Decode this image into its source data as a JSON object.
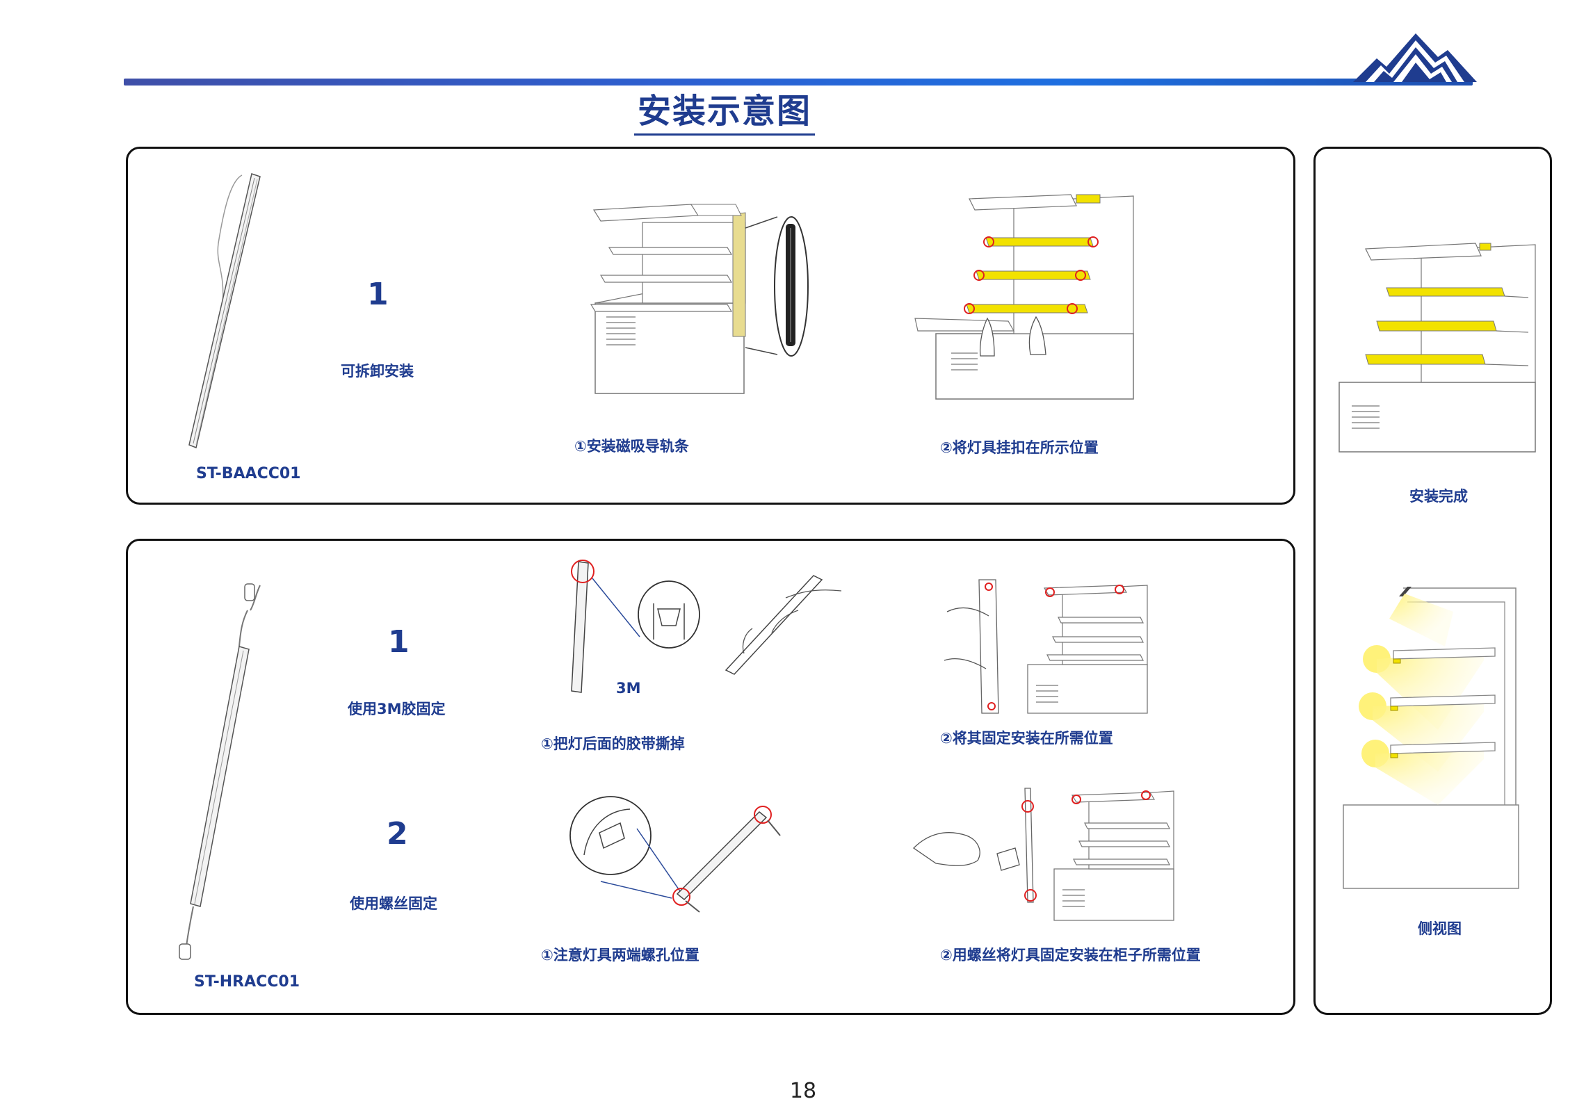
{
  "page_title": "安装示意图",
  "page_number": "18",
  "colors": {
    "brand_blue": "#1f3c8f",
    "strip_yellow": "#f2e200",
    "marker_red": "#e02020"
  },
  "top_panel": {
    "product_code": "ST-BAACC01",
    "step_number": "1",
    "method": "可拆卸安装",
    "step1_caption": "①安装磁吸导轨条",
    "step2_caption": "②将灯具挂扣在所示位置"
  },
  "bottom_panel": {
    "product_code": "ST-HRACC01",
    "method1_number": "1",
    "method1": "使用3M胶固定",
    "method1_step1": "①把灯后面的胶带撕掉",
    "label_3m": "3M",
    "method1_step2": "②将其固定安装在所需位置",
    "method2_number": "2",
    "method2": "使用螺丝固定",
    "method2_step1": "①注意灯具两端螺孔位置",
    "method2_step2": "②用螺丝将灯具固定安装在柜子所需位置"
  },
  "side_panel": {
    "complete_label": "安装完成",
    "side_view_label": "侧视图"
  }
}
